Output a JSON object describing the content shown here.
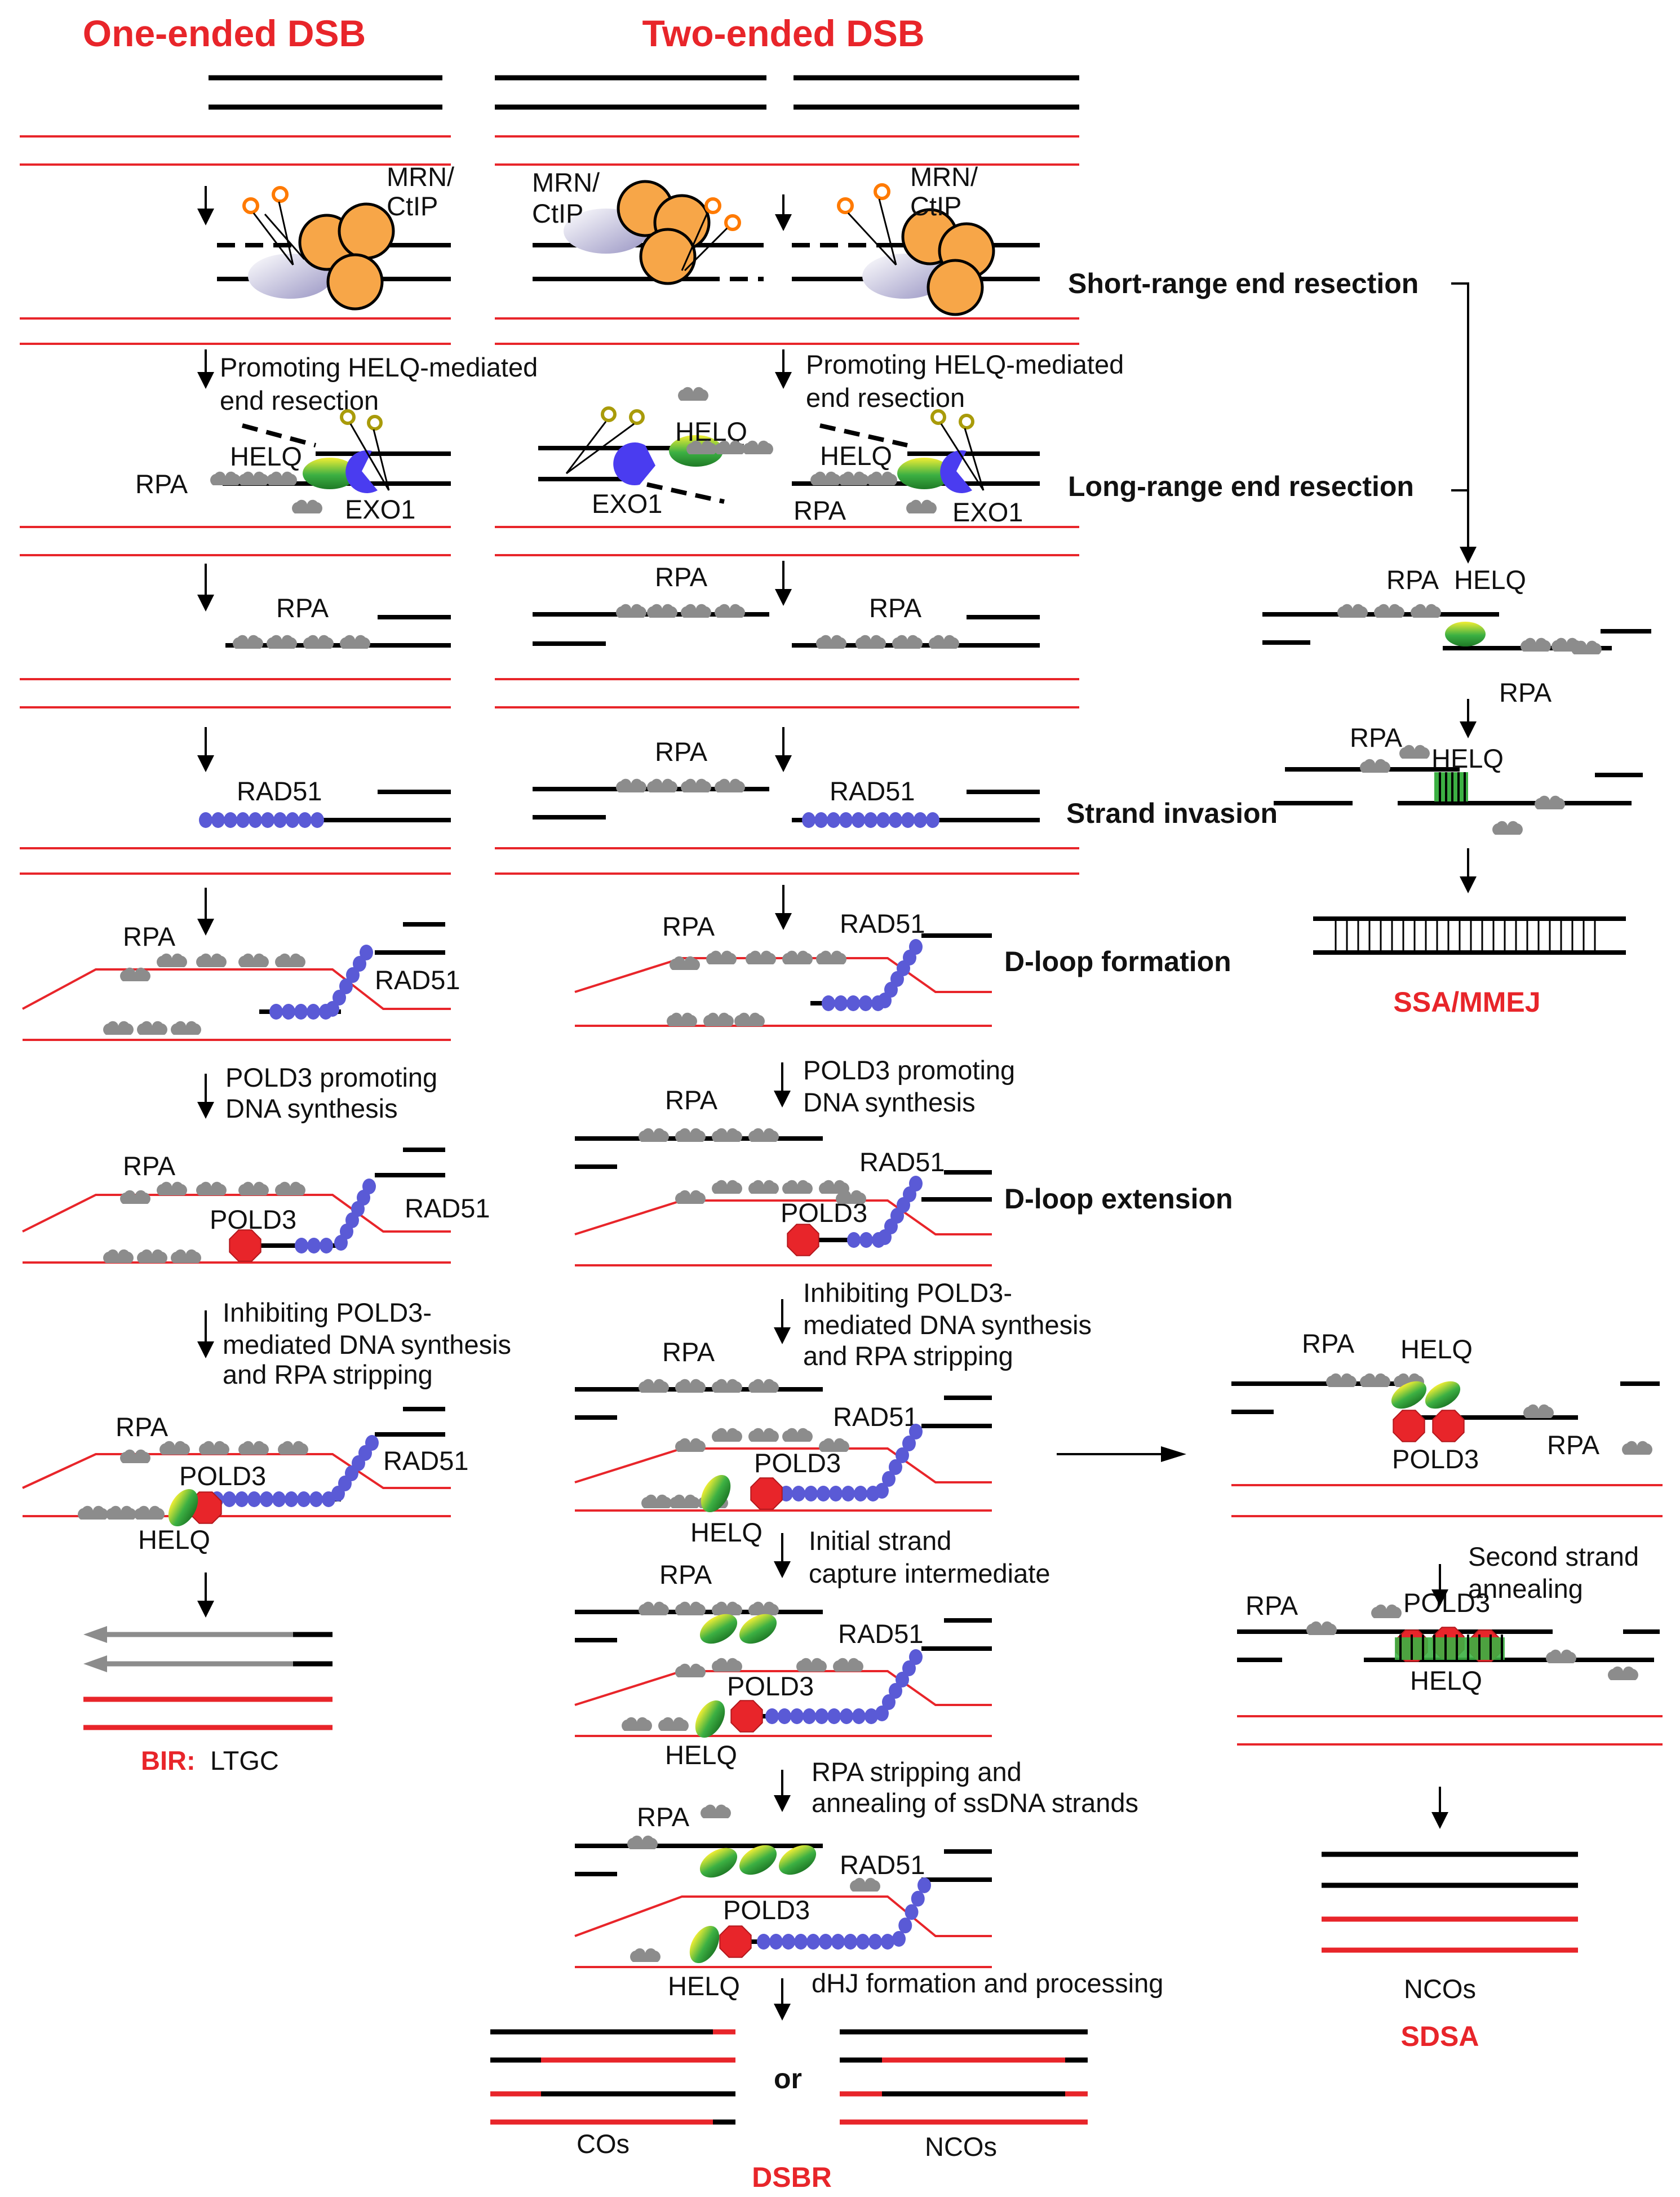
{
  "headers": {
    "one_ended": "One-ended DSB",
    "two_ended": "Two-ended DSB"
  },
  "stages": {
    "short_range": "Short-range end resection",
    "long_range": "Long-range end resection",
    "strand_invasion": "Strand invasion",
    "dloop_formation": "D-loop formation",
    "dloop_extension": "D-loop extension"
  },
  "steps": {
    "helq_resection_1": "Promoting HELQ-mediated",
    "helq_resection_2": "end resection",
    "pold3_promote_1": "POLD3 promoting",
    "pold3_promote_2": "DNA synthesis",
    "inhibit_1": "Inhibiting POLD3-",
    "inhibit_2": "mediated DNA synthesis",
    "inhibit_3": "and RPA stripping",
    "initial_capture_1": "Initial strand",
    "initial_capture_2": "capture intermediate",
    "rpa_strip_1": "RPA stripping and",
    "rpa_strip_2": "annealing of ssDNA strands",
    "dhj": "dHJ formation and processing",
    "second_annealing_1": "Second strand",
    "second_annealing_2": "annealing"
  },
  "proteins": {
    "mrn": "MRN/",
    "ctip": "CtIP",
    "helq": "HELQ",
    "exo1": "EXO1",
    "rpa": "RPA",
    "rad51": "RAD51",
    "pold3": "POLD3"
  },
  "outcomes": {
    "bir": "BIR:",
    "ltgc": "LTGC",
    "or": "or",
    "cos": "COs",
    "ncos": "NCOs",
    "dsbr": "DSBR",
    "ssa": "SSA/MMEJ",
    "sdsa": "SDSA"
  },
  "colors": {
    "dna_black": "#000000",
    "dna_red": "#e8252a",
    "rpa_grey": "#8c8c8c",
    "rad51_blue": "#5a5ad6",
    "pold3_red": "#e8252a",
    "helq_green": "#3cb043",
    "exo1_blue": "#4a3cf0",
    "mrn_orange": "#f7a648"
  }
}
